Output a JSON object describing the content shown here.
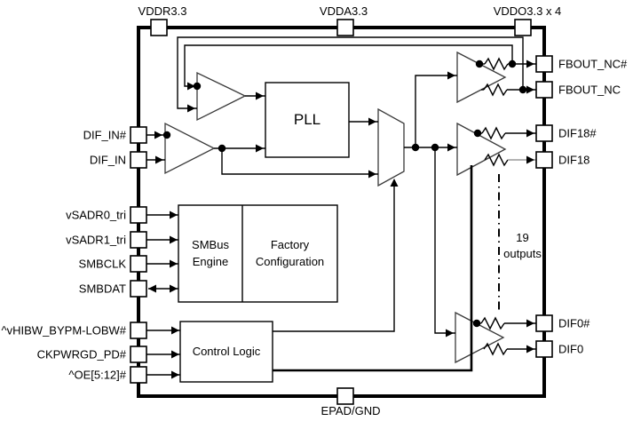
{
  "power": {
    "vddr": "VDDR3.3",
    "vdda": "VDDA3.3",
    "vddo": "VDDO3.3 x 4",
    "epad": "EPAD/GND"
  },
  "left_pins": {
    "dif_in_b": "DIF_IN#",
    "dif_in": "DIF_IN",
    "vsadr0": "vSADR0_tri",
    "vsadr1": "vSADR1_tri",
    "smbclk": "SMBCLK",
    "smbdat": "SMBDAT",
    "hibw": "^vHIBW_BYPM-LOBW#",
    "ckpwrgd": "CKPWRGD_PD#",
    "oe": "^OE[5:12]#"
  },
  "right_pins": {
    "fbout_b": "FBOUT_NC#",
    "fbout": "FBOUT_NC",
    "dif18_b": "DIF18#",
    "dif18": "DIF18",
    "dif0_b": "DIF0#",
    "dif0": "DIF0"
  },
  "blocks": {
    "pll": "PLL",
    "smbus": "SMBus Engine",
    "factory": "Factory Configuration",
    "control": "Control Logic"
  },
  "note": {
    "count": "19",
    "word": "outputs"
  },
  "colors": {
    "line": "#000000",
    "muted_line": "#999999",
    "background": "#ffffff"
  }
}
